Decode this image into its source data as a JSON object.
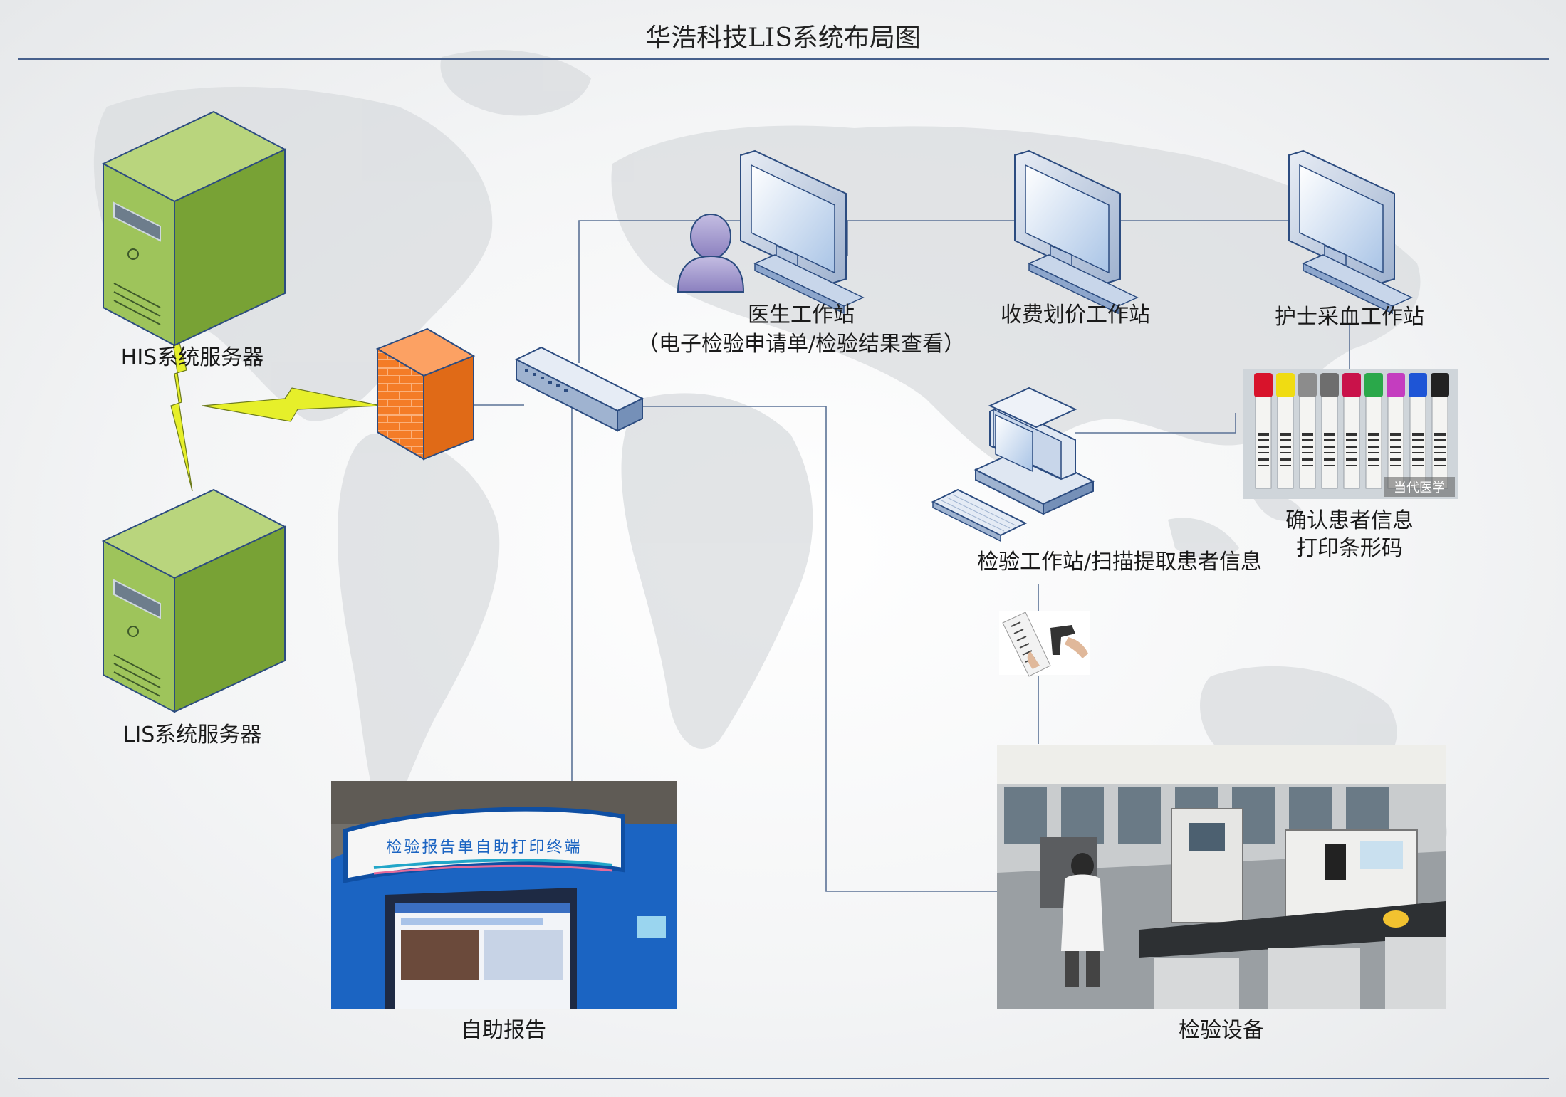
{
  "title": "华浩科技LIS系统布局图",
  "nodes": {
    "his_server": "HIS系统服务器",
    "lis_server": "LIS系统服务器",
    "doctor_station": "医生工作站",
    "doctor_station_sub": "（电子检验申请单/检验结果查看）",
    "billing_station": "收费划价工作站",
    "nurse_station": "护士采血工作站",
    "lab_station": "检验工作站/扫描提取患者信息",
    "confirm_line1": "确认患者信息",
    "confirm_line2": "打印条形码",
    "self_report": "自助报告",
    "lab_equipment": "检验设备"
  },
  "photos": {
    "kiosk_sign": "检验报告单自助打印终端",
    "tubes_watermark": "当代医学"
  },
  "colors": {
    "rule": "#47608c",
    "connector": "#5b7296",
    "server_green": "#8db448",
    "firewall_orange": "#f57d28",
    "lightning": "#e6ef2a"
  }
}
